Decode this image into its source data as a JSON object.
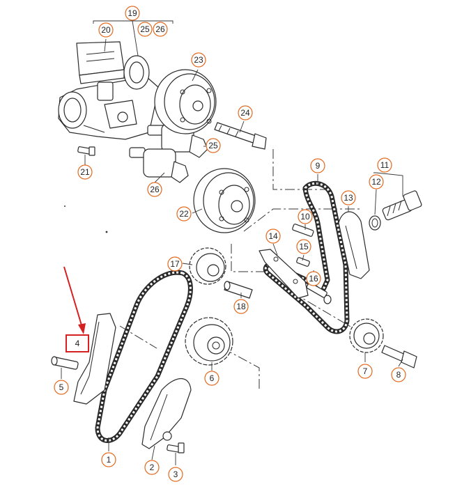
{
  "callouts": {
    "c1": "1",
    "c2": "2",
    "c3": "3",
    "c4": "4",
    "c5": "5",
    "c6": "6",
    "c7": "7",
    "c8": "8",
    "c9": "9",
    "c10": "10",
    "c11": "11",
    "c12": "12",
    "c13": "13",
    "c14": "14",
    "c15": "15",
    "c16": "16",
    "c17": "17",
    "c18": "18",
    "c19": "19",
    "c20": "20",
    "c21": "21",
    "c22": "22",
    "c23": "23",
    "c24": "24",
    "c25": "25",
    "c26": "26",
    "c25b": "25",
    "c26b": "26"
  },
  "highlight": {
    "color": "#d42020"
  },
  "accent": {
    "callout_ring": "#e2691f"
  }
}
